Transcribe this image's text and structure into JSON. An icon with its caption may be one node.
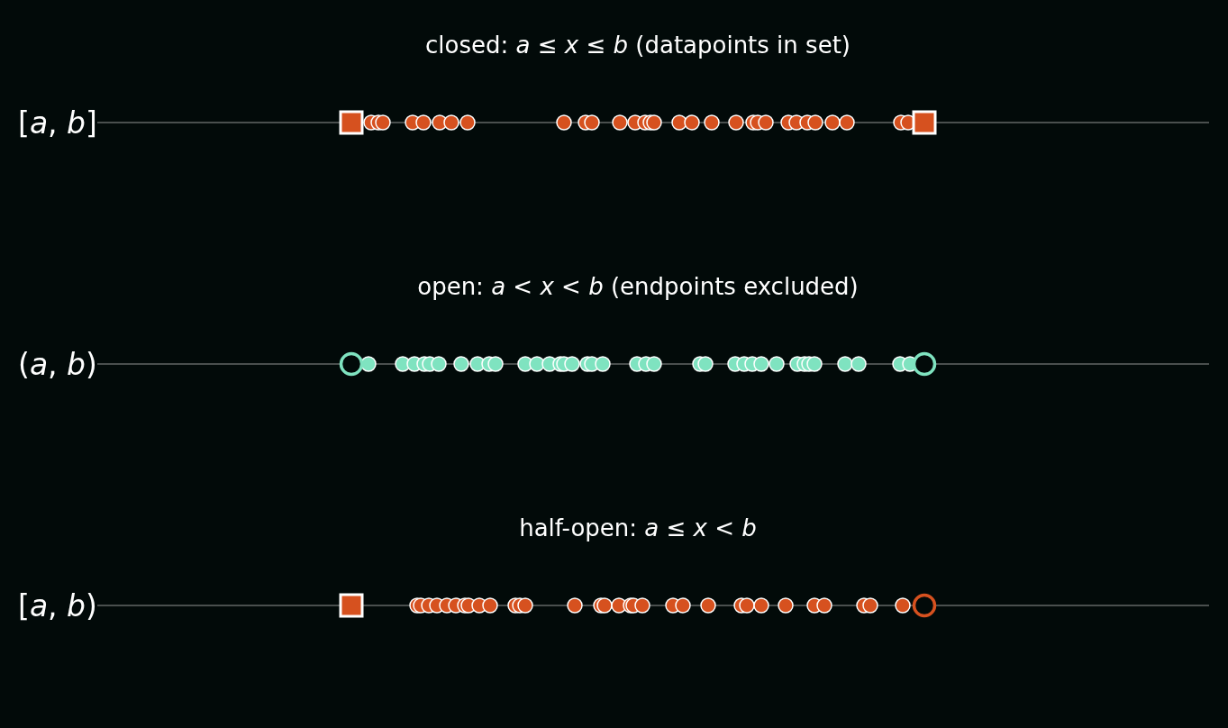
{
  "diagram": {
    "labels": [
      "closed: *a* ≤ *x* ≤ *b* (datapoints in set)",
      "[*a*, *b*]",
      "open: *a* < *x* < *b* (endpoints excluded)",
      "(*a*, *b*)",
      "half-open: *a* ≤ *x* < *b*",
      "[*a*, *b*)"
    ]
  }
}
